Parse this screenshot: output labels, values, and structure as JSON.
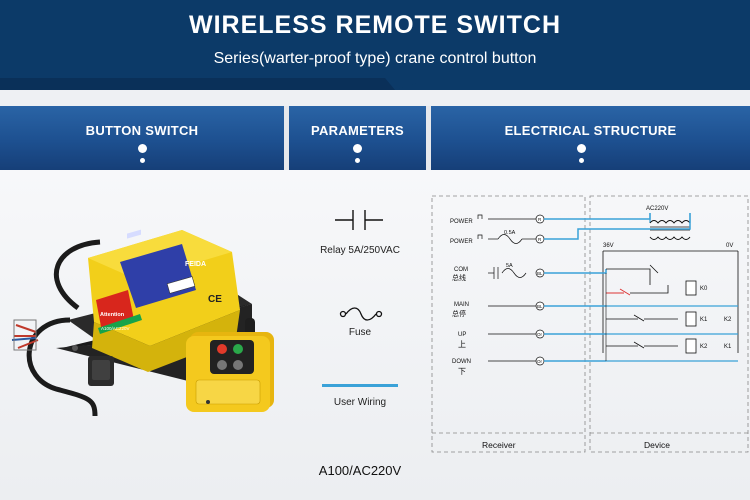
{
  "header": {
    "title": "WIRELESS REMOTE  SWITCH",
    "subtitle": "Series(warter-proof type) crane control button"
  },
  "tabs": [
    {
      "label": "BUTTON SWITCH"
    },
    {
      "label": "PARAMETERS"
    },
    {
      "label": "ELECTRICAL STRUCTURE"
    }
  ],
  "product": {
    "receiver_brand": "FEIDA",
    "receiver_badge": "CE",
    "receiver_warning": "Attention",
    "receiver_model_tag": "A100/AC220V"
  },
  "parameters": {
    "relay_label": "Relay 5A/250VAC",
    "fuse_label": "Fuse",
    "wiring_label": "User Wiring",
    "model": "A100/AC220V"
  },
  "diagram": {
    "power1": "POWER",
    "power2": "POWER",
    "fuse_rating": "0.5A",
    "com": "COM",
    "com_cn": "总线",
    "com_fuse": "5A",
    "main": "MAIN",
    "main_cn": "总停",
    "up": "UP",
    "up_cn": "上",
    "down": "DOWN",
    "down_cn": "下",
    "transformer": "AC220V",
    "v36": "36V",
    "v0": "0V",
    "k0": "K0",
    "k1a": "K1",
    "k2a": "K2",
    "k2b": "K2",
    "k1b": "K1",
    "node_r1": "R",
    "node_r2": "R",
    "node_bl1": "BL",
    "node_bl2": "BL",
    "node_or1": "Or",
    "node_or2": "Or",
    "receiver_caption": "Receiver",
    "device_caption": "Device"
  },
  "colors": {
    "header_bg": "#0c3a68",
    "tab_blue": "#1d5090",
    "wire_blue": "#3aa2d8",
    "body_yellow": "#f2cf1a"
  }
}
